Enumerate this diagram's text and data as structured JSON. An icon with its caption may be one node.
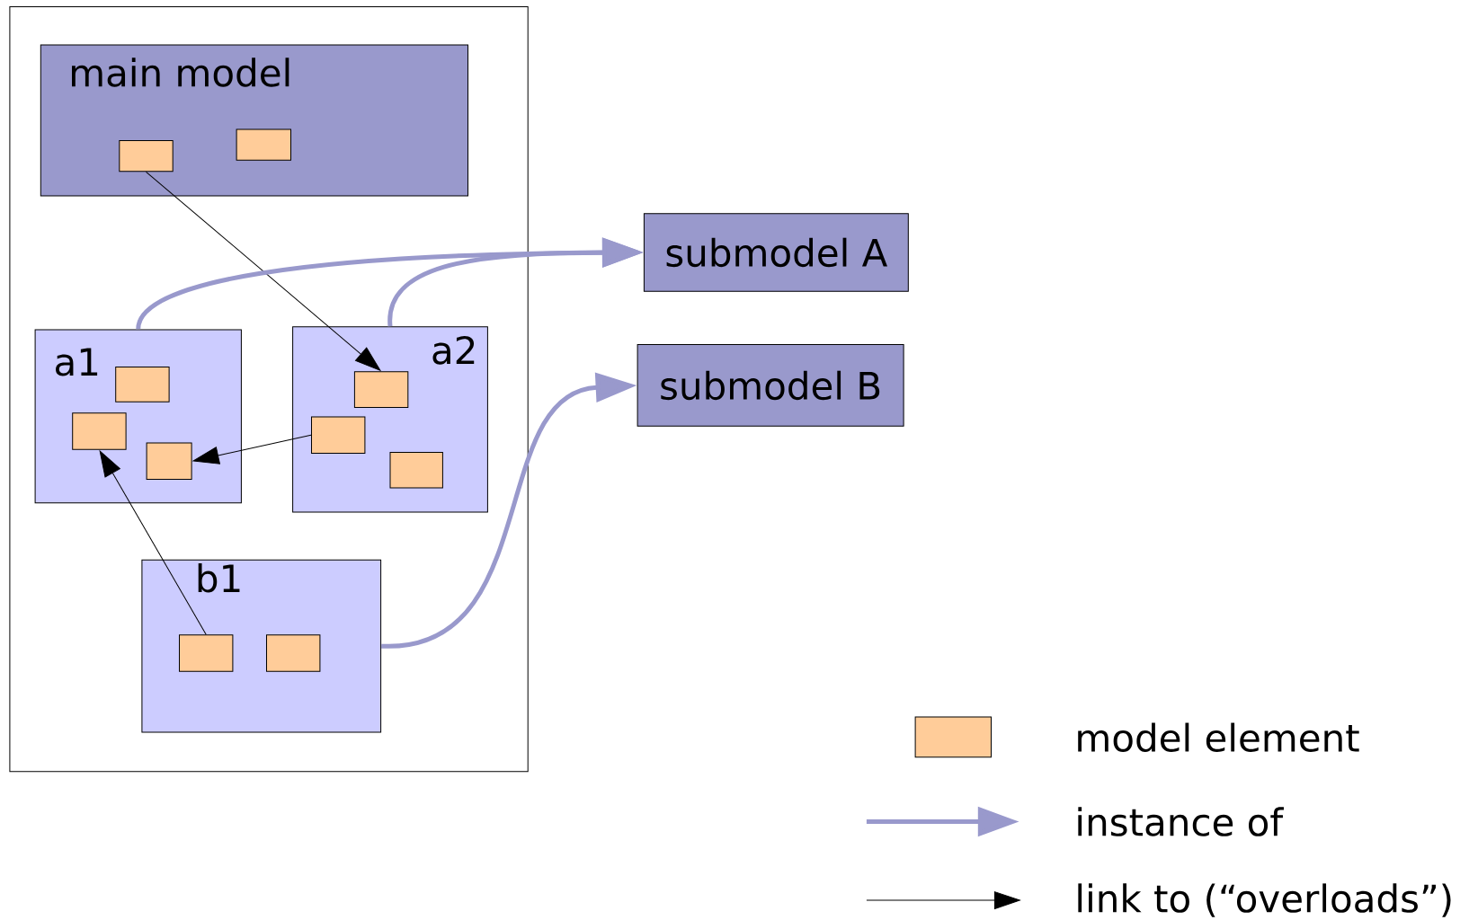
{
  "diagram": {
    "nodes": [
      {
        "text": [],
        "shape": "box"
      },
      {
        "text": [
          "main model"
        ],
        "in": 0
      },
      {
        "text": [],
        "shape": "box",
        "in": 1
      },
      {
        "text": [],
        "shape": "box",
        "in": 1
      },
      {
        "text": [
          "submodel A"
        ]
      },
      {
        "text": [
          "submodel B"
        ]
      },
      {
        "text": [
          "a1"
        ],
        "in": 0
      },
      {
        "text": [],
        "shape": "box",
        "in": 6
      },
      {
        "text": [],
        "shape": "box",
        "in": 6
      },
      {
        "text": [],
        "shape": "box",
        "in": 6
      },
      {
        "text": [
          "a2"
        ],
        "in": 0
      },
      {
        "text": [],
        "shape": "box",
        "in": 10
      },
      {
        "text": [],
        "shape": "box",
        "in": 10
      },
      {
        "text": [],
        "shape": "box",
        "in": 10
      },
      {
        "text": [
          "b1"
        ],
        "in": 0
      },
      {
        "text": [],
        "shape": "box",
        "in": 14
      },
      {
        "text": [],
        "shape": "box",
        "in": 14
      }
    ],
    "edges": [
      {
        "from": 2,
        "to": 11,
        "arrow": "to"
      },
      {
        "from": 12,
        "to": 9,
        "arrow": "to"
      },
      {
        "from": 15,
        "to": 8,
        "arrow": "to"
      },
      {
        "from": 6,
        "to": 4,
        "arrow": "to",
        "style": "thick",
        "color": "#9999cc"
      },
      {
        "from": 10,
        "to": 4,
        "arrow": "to",
        "style": "thick",
        "color": "#9999cc"
      },
      {
        "from": 14,
        "to": 5,
        "arrow": "to",
        "style": "thick",
        "color": "#9999cc"
      }
    ],
    "legend": [
      {
        "text": "model element",
        "color": "#ffcc99"
      },
      {
        "text": "instance of"
      },
      {
        "text": "link to (“overloads”)"
      }
    ]
  }
}
